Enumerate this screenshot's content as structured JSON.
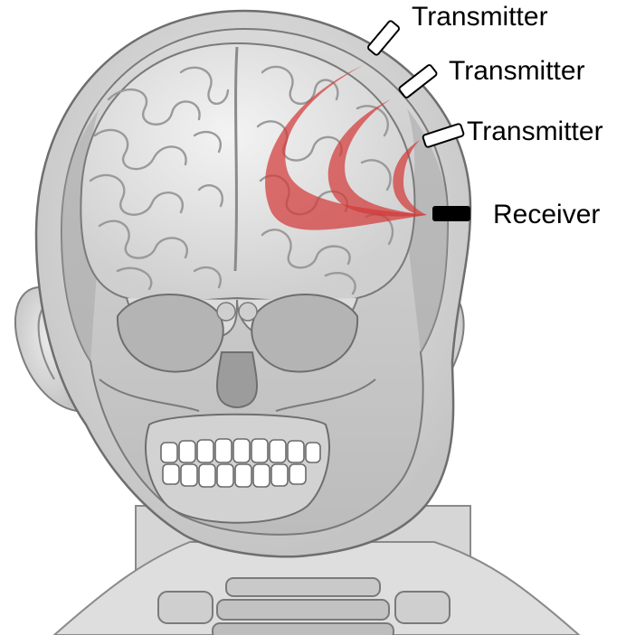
{
  "diagram": {
    "labels": {
      "transmitter_1": "Transmitter",
      "transmitter_2": "Transmitter",
      "transmitter_3": "Transmitter",
      "receiver": "Receiver"
    },
    "colors": {
      "signal_arc": "#d23a3a",
      "receiver_fill": "#000000",
      "transmitter_fill": "#ffffff",
      "transmitter_stroke": "#000000",
      "skin": "#d9d9d9",
      "skull": "#bdbdbd",
      "brain": "#e6e6e6"
    },
    "icons": {
      "transmitter": "transmitter-icon",
      "receiver": "receiver-icon",
      "signal": "signal-arc"
    }
  }
}
